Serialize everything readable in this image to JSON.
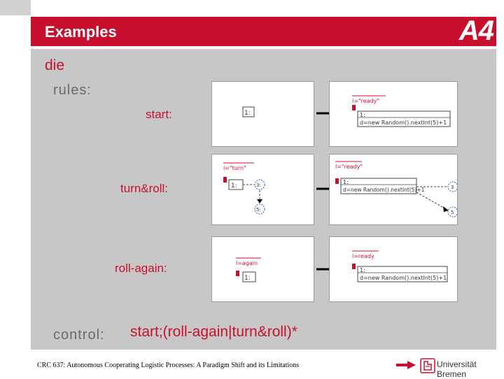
{
  "header": {
    "title": "Examples",
    "slide_code": "A4"
  },
  "content": {
    "die_label": "die",
    "rules_label": "rules:",
    "rules": [
      {
        "name": "start:",
        "left": {
          "node_label": "1:"
        },
        "right": {
          "flag": "l=\"ready\"",
          "node_label": "1:",
          "action": "d=new Random().nextInt(5)+1"
        }
      },
      {
        "name": "turn&roll:",
        "left": {
          "flag": "l=\"turn\"",
          "node_label": "1:",
          "node_a": "3:",
          "node_b": "5:"
        },
        "right": {
          "flag": "l=\"ready\"",
          "node_label": "1:",
          "action": "d=new Random().nextInt(5)+1",
          "node_a": "3",
          "node_b": "5"
        }
      },
      {
        "name": "roll-again:",
        "left": {
          "flag": "l=again",
          "node_label": "1:"
        },
        "right": {
          "flag": "l=ready",
          "node_label": "1:",
          "action": "d=new Random().nextInt(5)+1"
        }
      }
    ],
    "control_label": "control:",
    "control_expr": "start;(roll-again|turn&roll)*"
  },
  "footer": {
    "text": "CRC 637: Autonomous Cooperating Logistic Processes: A Paradigm Shift and its Limitations",
    "university": "Universität Bremen"
  },
  "colors": {
    "accent": "#c8102e",
    "panel": "#c7c7c7",
    "muted": "#6a6a6a"
  }
}
